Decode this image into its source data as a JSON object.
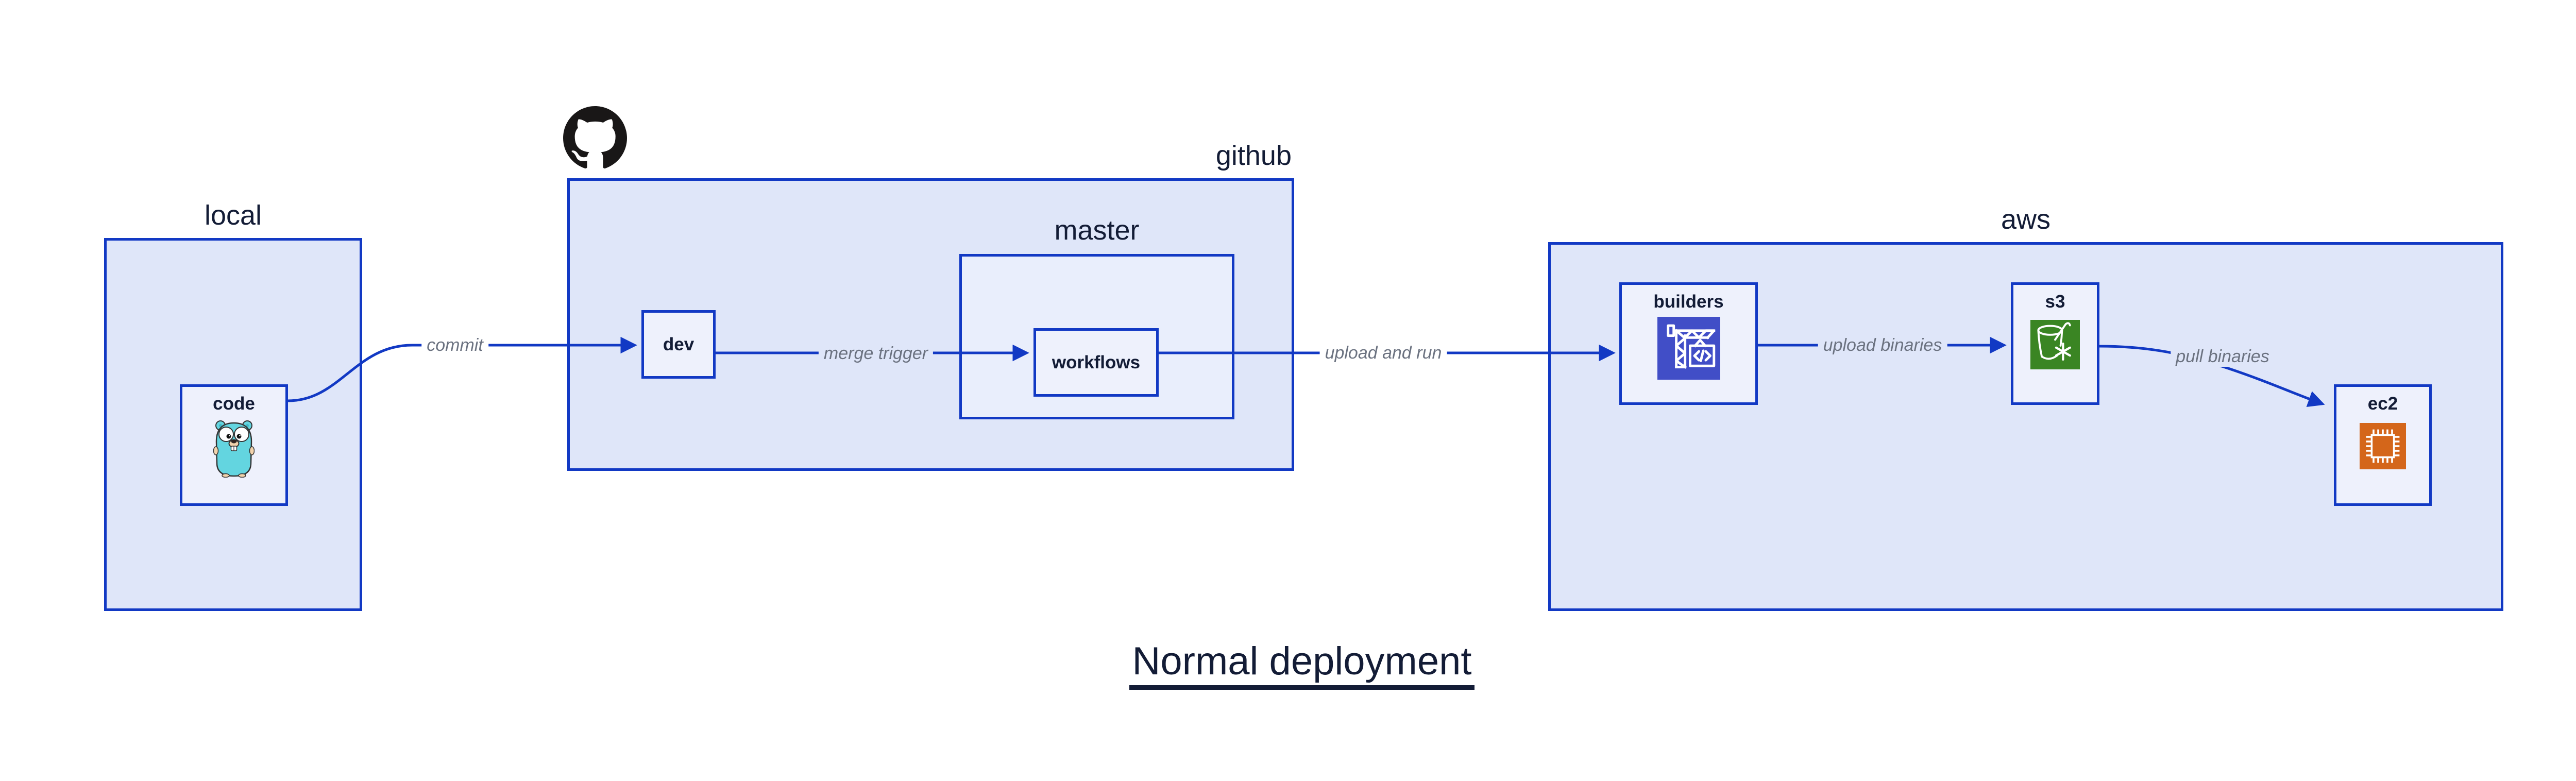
{
  "diagram_title": "Normal deployment",
  "groups": [
    {
      "id": "local",
      "label": "local"
    },
    {
      "id": "github",
      "label": "github"
    },
    {
      "id": "master",
      "label": "master"
    },
    {
      "id": "aws",
      "label": "aws"
    }
  ],
  "nodes": [
    {
      "id": "code",
      "label": "code",
      "icon": "go-gopher"
    },
    {
      "id": "dev",
      "label": "dev",
      "icon": null
    },
    {
      "id": "workflows",
      "label": "workflows",
      "icon": null
    },
    {
      "id": "builders",
      "label": "builders",
      "icon": "codebuild-crane"
    },
    {
      "id": "s3",
      "label": "s3",
      "icon": "s3-bucket"
    },
    {
      "id": "ec2",
      "label": "ec2",
      "icon": "ec2-chip"
    }
  ],
  "edges": [
    {
      "from": "code",
      "to": "dev",
      "label": "commit"
    },
    {
      "from": "dev",
      "to": "workflows",
      "label": "merge trigger"
    },
    {
      "from": "workflows",
      "to": "builders",
      "label": "upload and run"
    },
    {
      "from": "builders",
      "to": "s3",
      "label": "upload binaries"
    },
    {
      "from": "s3",
      "to": "ec2",
      "label": "pull binaries"
    }
  ],
  "icons": {
    "octocat": "github-mark",
    "code": "go-gopher",
    "builders": "codebuild-crane",
    "s3": "s3-bucket",
    "ec2": "ec2-chip"
  },
  "colors": {
    "stroke_blue": "#1239c4",
    "group_fill": "#dfe6f9",
    "nested_group_fill": "#e9eefc",
    "node_fill": "#eef1fc",
    "text_navy": "#131c36",
    "edge_label_gray": "#6b7280",
    "octocat_black": "#191717",
    "gopher_teal": "#63d5e0",
    "builders_indigo": "#414ec7",
    "s3_green": "#3a8523",
    "ec2_orange": "#d4661a"
  }
}
